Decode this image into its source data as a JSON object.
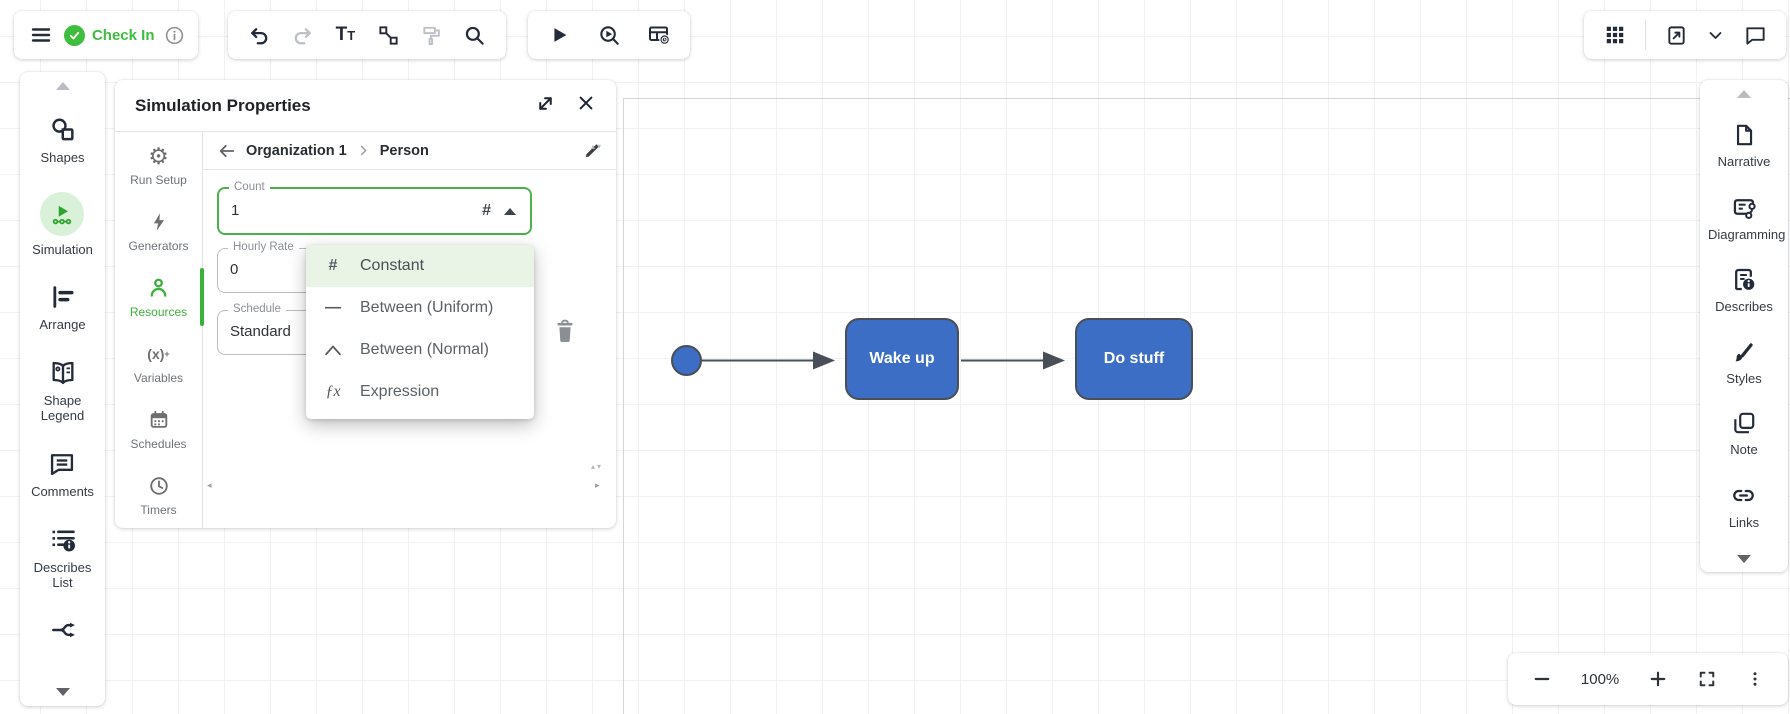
{
  "toolbar": {
    "check_in_label": "Check In",
    "icons_left": [
      "hamburger-menu",
      "check-in-badge",
      "info"
    ],
    "icons_edit": [
      "undo",
      "redo",
      "text-settings",
      "connector",
      "format-painter",
      "search"
    ],
    "icons_run": [
      "run-simulation",
      "preview-simulation",
      "simulation-output-table"
    ],
    "icons_right": [
      "app-grid",
      "export-document",
      "chevron-down",
      "chat"
    ]
  },
  "left_sidebar": {
    "items": [
      {
        "label": "Shapes",
        "icon": "shapes-icon",
        "active": false
      },
      {
        "label": "Simulation",
        "icon": "simulation-icon",
        "active": true
      },
      {
        "label": "Arrange",
        "icon": "arrange-icon",
        "active": false
      },
      {
        "label": "Shape Legend",
        "icon": "shape-legend-icon",
        "active": false
      },
      {
        "label": "Comments",
        "icon": "comments-icon",
        "active": false
      },
      {
        "label": "Describes List",
        "icon": "describes-list-icon",
        "active": false
      },
      {
        "label": "",
        "icon": "branch-icon",
        "active": false
      }
    ]
  },
  "panel": {
    "title": "Simulation Properties",
    "tabs": [
      {
        "label": "Run Setup",
        "icon": "gear-icon",
        "active": false
      },
      {
        "label": "Generators",
        "icon": "lightning-icon",
        "active": false
      },
      {
        "label": "Resources",
        "icon": "person-icon",
        "active": true
      },
      {
        "label": "Variables",
        "icon": "variables-icon",
        "active": false
      },
      {
        "label": "Schedules",
        "icon": "calendar-icon",
        "active": false
      },
      {
        "label": "Timers",
        "icon": "clock-icon",
        "active": false
      }
    ],
    "breadcrumb": {
      "parent": "Organization 1",
      "current": "Person"
    },
    "fields": {
      "count": {
        "label": "Count",
        "value": "1",
        "type_glyph": "#"
      },
      "hourly_rate": {
        "label": "Hourly Rate",
        "value": "0"
      },
      "schedule": {
        "label": "Schedule",
        "value": "Standard"
      }
    },
    "type_dropdown": {
      "items": [
        {
          "label": "Constant",
          "glyph": "#",
          "selected": true
        },
        {
          "label": "Between (Uniform)",
          "glyph": "—",
          "selected": false
        },
        {
          "label": "Between (Normal)",
          "glyph": "peak-curve",
          "selected": false
        },
        {
          "label": "Expression",
          "glyph": "ƒx",
          "selected": false
        }
      ]
    }
  },
  "canvas": {
    "shapes": [
      {
        "type": "start-circle",
        "label": ""
      },
      {
        "type": "process",
        "label": "Wake up"
      },
      {
        "type": "process",
        "label": "Do stuff"
      }
    ],
    "shape_fill": "#3B6EC4"
  },
  "right_sidebar": {
    "items": [
      {
        "label": "Narrative",
        "icon": "narrative-icon"
      },
      {
        "label": "Diagramming",
        "icon": "diagramming-icon"
      },
      {
        "label": "Describes",
        "icon": "describes-icon"
      },
      {
        "label": "Styles",
        "icon": "styles-icon"
      },
      {
        "label": "Note",
        "icon": "note-icon"
      },
      {
        "label": "Links",
        "icon": "links-icon"
      }
    ]
  },
  "zoom_bar": {
    "zoom_level": "100%"
  },
  "colors": {
    "accent_green": "#3EBD3E",
    "active_green": "#3CB03C",
    "shape_blue": "#3B6EC4",
    "icon_dark": "#232B38"
  }
}
